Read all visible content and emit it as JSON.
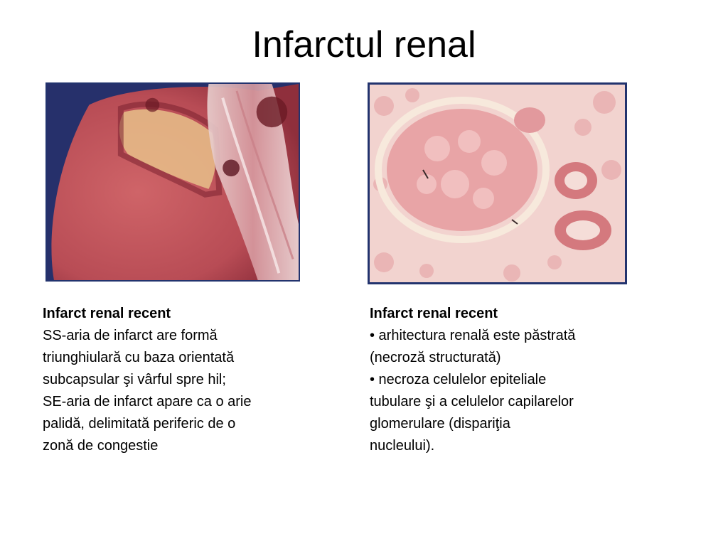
{
  "slide": {
    "title": "Infarctul renal"
  },
  "left_panel": {
    "heading": "Infarct renal recent",
    "lines": [
      "SS-aria de infarct are formă",
      "triunghiulară cu baza orientată",
      "subcapsular şi vârful spre hil;",
      "SE-aria de infarct apare ca o arie",
      "palidă, delimitată periferic de o",
      "zonă de congestie"
    ]
  },
  "right_panel": {
    "heading": "Infarct renal recent",
    "lines": [
      "• arhitectura renală este păstrată",
      "(necroză structurată)",
      "• necroza celulelor epiteliale",
      "tubulare şi a celulelor capilarelor",
      "glomerulare (dispariţia",
      "nucleului)."
    ]
  },
  "colors": {
    "frame_border": "#22336e",
    "gross_background": "#26306b",
    "tissue": "#c4585e",
    "infarct_pale": "#e8c08a",
    "histology_background": "#f2d3cf"
  }
}
